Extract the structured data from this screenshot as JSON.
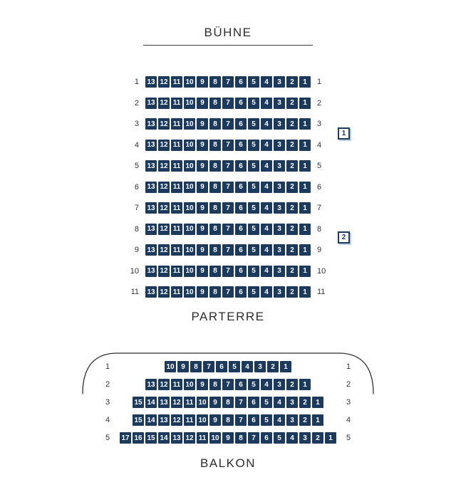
{
  "stage": {
    "label": "BÜHNE"
  },
  "parterre": {
    "label": "PARTERRE",
    "rows": [
      {
        "row": 1,
        "seats": [
          13,
          12,
          11,
          10,
          9,
          8,
          7,
          6,
          5,
          4,
          3,
          2,
          1
        ]
      },
      {
        "row": 2,
        "seats": [
          13,
          12,
          11,
          10,
          9,
          8,
          7,
          6,
          5,
          4,
          3,
          2,
          1
        ]
      },
      {
        "row": 3,
        "seats": [
          13,
          12,
          11,
          10,
          9,
          8,
          7,
          6,
          5,
          4,
          3,
          2,
          1
        ]
      },
      {
        "row": 4,
        "seats": [
          13,
          12,
          11,
          10,
          9,
          8,
          7,
          6,
          5,
          4,
          3,
          2,
          1
        ]
      },
      {
        "row": 5,
        "seats": [
          13,
          12,
          11,
          10,
          9,
          8,
          7,
          6,
          5,
          4,
          3,
          2,
          1
        ]
      },
      {
        "row": 6,
        "seats": [
          13,
          12,
          11,
          10,
          9,
          8,
          7,
          6,
          5,
          4,
          3,
          2,
          1
        ]
      },
      {
        "row": 7,
        "seats": [
          13,
          12,
          11,
          10,
          9,
          8,
          7,
          6,
          5,
          4,
          3,
          2,
          1
        ]
      },
      {
        "row": 8,
        "seats": [
          13,
          12,
          11,
          10,
          9,
          8,
          7,
          6,
          5,
          4,
          3,
          2,
          1
        ]
      },
      {
        "row": 9,
        "seats": [
          13,
          12,
          11,
          10,
          9,
          8,
          7,
          6,
          5,
          4,
          3,
          2,
          1
        ]
      },
      {
        "row": 10,
        "seats": [
          13,
          12,
          11,
          10,
          9,
          8,
          7,
          6,
          5,
          4,
          3,
          2,
          1
        ]
      },
      {
        "row": 11,
        "seats": [
          13,
          12,
          11,
          10,
          9,
          8,
          7,
          6,
          5,
          4,
          3,
          2,
          1
        ]
      }
    ],
    "annotations": [
      {
        "label": "1"
      },
      {
        "label": "2"
      }
    ]
  },
  "balkon": {
    "label": "BALKON",
    "rows": [
      {
        "row": 1,
        "seats": [
          10,
          9,
          8,
          7,
          6,
          5,
          4,
          3,
          2,
          1
        ]
      },
      {
        "row": 2,
        "seats": [
          13,
          12,
          11,
          10,
          9,
          8,
          7,
          6,
          5,
          4,
          3,
          2,
          1
        ]
      },
      {
        "row": 3,
        "seats": [
          15,
          14,
          13,
          12,
          11,
          10,
          9,
          8,
          7,
          6,
          5,
          4,
          3,
          2,
          1
        ]
      },
      {
        "row": 4,
        "seats": [
          15,
          14,
          13,
          12,
          11,
          10,
          9,
          8,
          7,
          6,
          5,
          4,
          3,
          2,
          1
        ]
      },
      {
        "row": 5,
        "seats": [
          17,
          16,
          15,
          14,
          13,
          12,
          11,
          10,
          9,
          8,
          7,
          6,
          5,
          4,
          3,
          2,
          1
        ]
      }
    ]
  },
  "colors": {
    "seat": "#1b3a5e",
    "seat_text": "#ffffff",
    "label_text": "#333333",
    "title_text": "#2d2d2d",
    "annotation_shadow": "#bcd0e2"
  }
}
